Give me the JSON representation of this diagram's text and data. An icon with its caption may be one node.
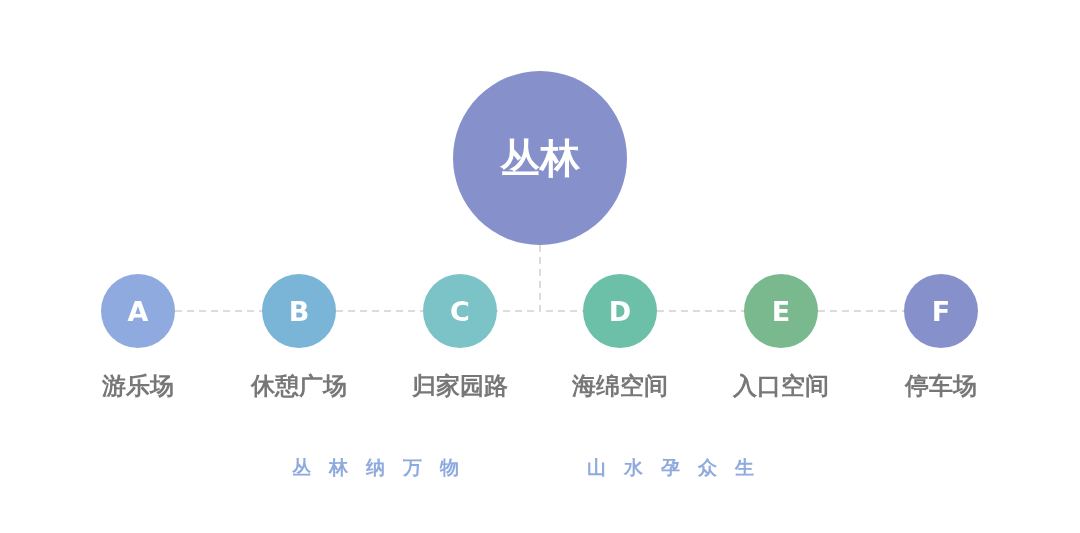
{
  "diagram": {
    "nodes": [
      {
        "text": [
          "丛林"
        ]
      },
      {
        "text": [
          "A"
        ],
        "beside": [
          "游乐场"
        ]
      },
      {
        "text": [
          "B"
        ],
        "beside": [
          "休憩广场"
        ]
      },
      {
        "text": [
          "C"
        ],
        "beside": [
          "归家园路"
        ]
      },
      {
        "text": [
          "D"
        ],
        "beside": [
          "海绵空间"
        ]
      },
      {
        "text": [
          "E"
        ],
        "beside": [
          "入口空间"
        ]
      },
      {
        "text": [
          "F"
        ],
        "beside": [
          "停车场"
        ]
      }
    ],
    "edges": [
      {
        "from": 1,
        "to": 2,
        "arrow": "none",
        "style": "dashed"
      },
      {
        "from": 2,
        "to": 3,
        "arrow": "none",
        "style": "dashed"
      },
      {
        "from": 0,
        "to": 3,
        "arrow": "none",
        "style": "dashed"
      },
      {
        "from": 0,
        "to": 4,
        "arrow": "none",
        "style": "dashed"
      },
      {
        "from": 4,
        "to": 5,
        "arrow": "none",
        "style": "dashed"
      },
      {
        "from": 5,
        "to": 6,
        "arrow": "none",
        "style": "dashed"
      }
    ],
    "labels": [
      "丛林纳万物",
      "山水孕众生"
    ]
  }
}
